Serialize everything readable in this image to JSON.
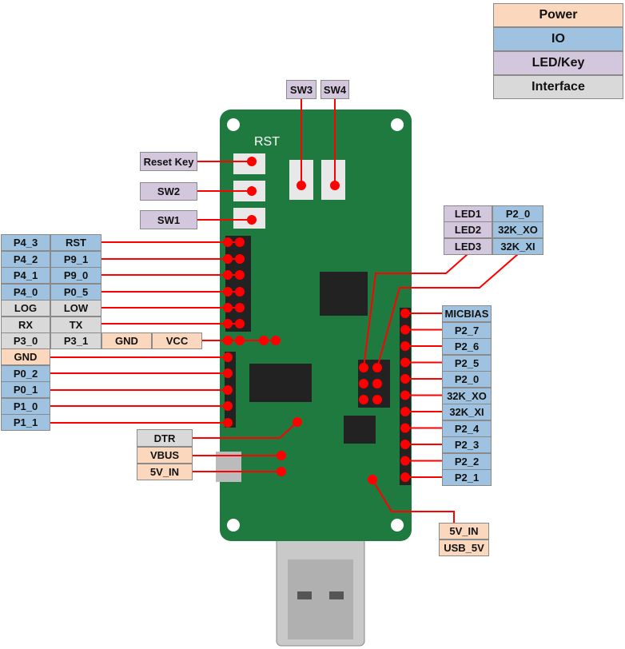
{
  "legend": {
    "power": "Power",
    "io": "IO",
    "led_key": "LED/Key",
    "interface": "Interface"
  },
  "colors": {
    "power": "#fad7bd",
    "io": "#9ec2df",
    "led_key": "#d2c7dd",
    "interface": "#d9d9d9",
    "line": "#ff0000",
    "pcb": "#1f7a40"
  },
  "keys": {
    "sw3": "SW3",
    "sw4": "SW4",
    "reset": "Reset Key",
    "sw2": "SW2",
    "sw1": "SW1"
  },
  "board": {
    "rst_silk": "RST"
  },
  "left_header": [
    [
      "P4_3",
      "RST"
    ],
    [
      "P4_2",
      "P9_1"
    ],
    [
      "P4_1",
      "P9_0"
    ],
    [
      "P4_0",
      "P0_5"
    ],
    [
      "LOG",
      "LOW"
    ],
    [
      "RX",
      "TX"
    ],
    [
      "P3_0",
      "P3_1",
      "GND",
      "VCC"
    ]
  ],
  "left_lower": [
    "GND",
    "P0_2",
    "P0_1",
    "P1_0",
    "P1_1"
  ],
  "led_table": [
    [
      "LED1",
      "P2_0"
    ],
    [
      "LED2",
      "32K_XO"
    ],
    [
      "LED3",
      "32K_XI"
    ]
  ],
  "right_header": [
    "MICBIAS",
    "P2_7",
    "P2_6",
    "P2_5",
    "P2_0",
    "32K_XO",
    "32K_XI",
    "P2_4",
    "P2_3",
    "P2_2",
    "P2_1"
  ],
  "usb_pins": [
    "DTR",
    "VBUS",
    "5V_IN"
  ],
  "usba_pwr": [
    "5V_IN",
    "USB_5V"
  ]
}
